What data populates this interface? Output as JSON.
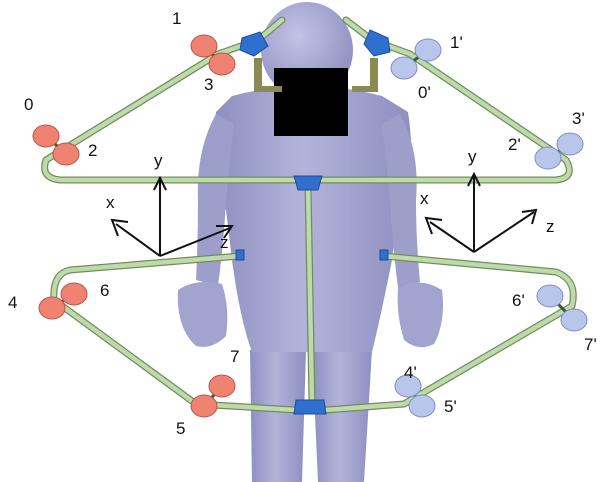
{
  "colors": {
    "background": "#ffffff",
    "body": "#a9a9d2",
    "body_shade": "#8f8fbd",
    "rail": "#b9d4a6",
    "rail_edge": "#6f8f5a",
    "connector": "#2f6fcf",
    "marker_left": "#f08272",
    "marker_right": "#b8c6ec",
    "visor": "#000000",
    "bracket": "#8a8a55"
  },
  "labels_left": [
    "1",
    "3",
    "0",
    "2",
    "4",
    "6",
    "7",
    "5"
  ],
  "labels_right": [
    "1'",
    "0'",
    "3'",
    "2'",
    "6'",
    "7'",
    "4'",
    "5'"
  ],
  "axes_left": {
    "x": "x",
    "y": "y",
    "z": "z"
  },
  "axes_right": {
    "x": "x",
    "y": "y",
    "z": "z"
  }
}
